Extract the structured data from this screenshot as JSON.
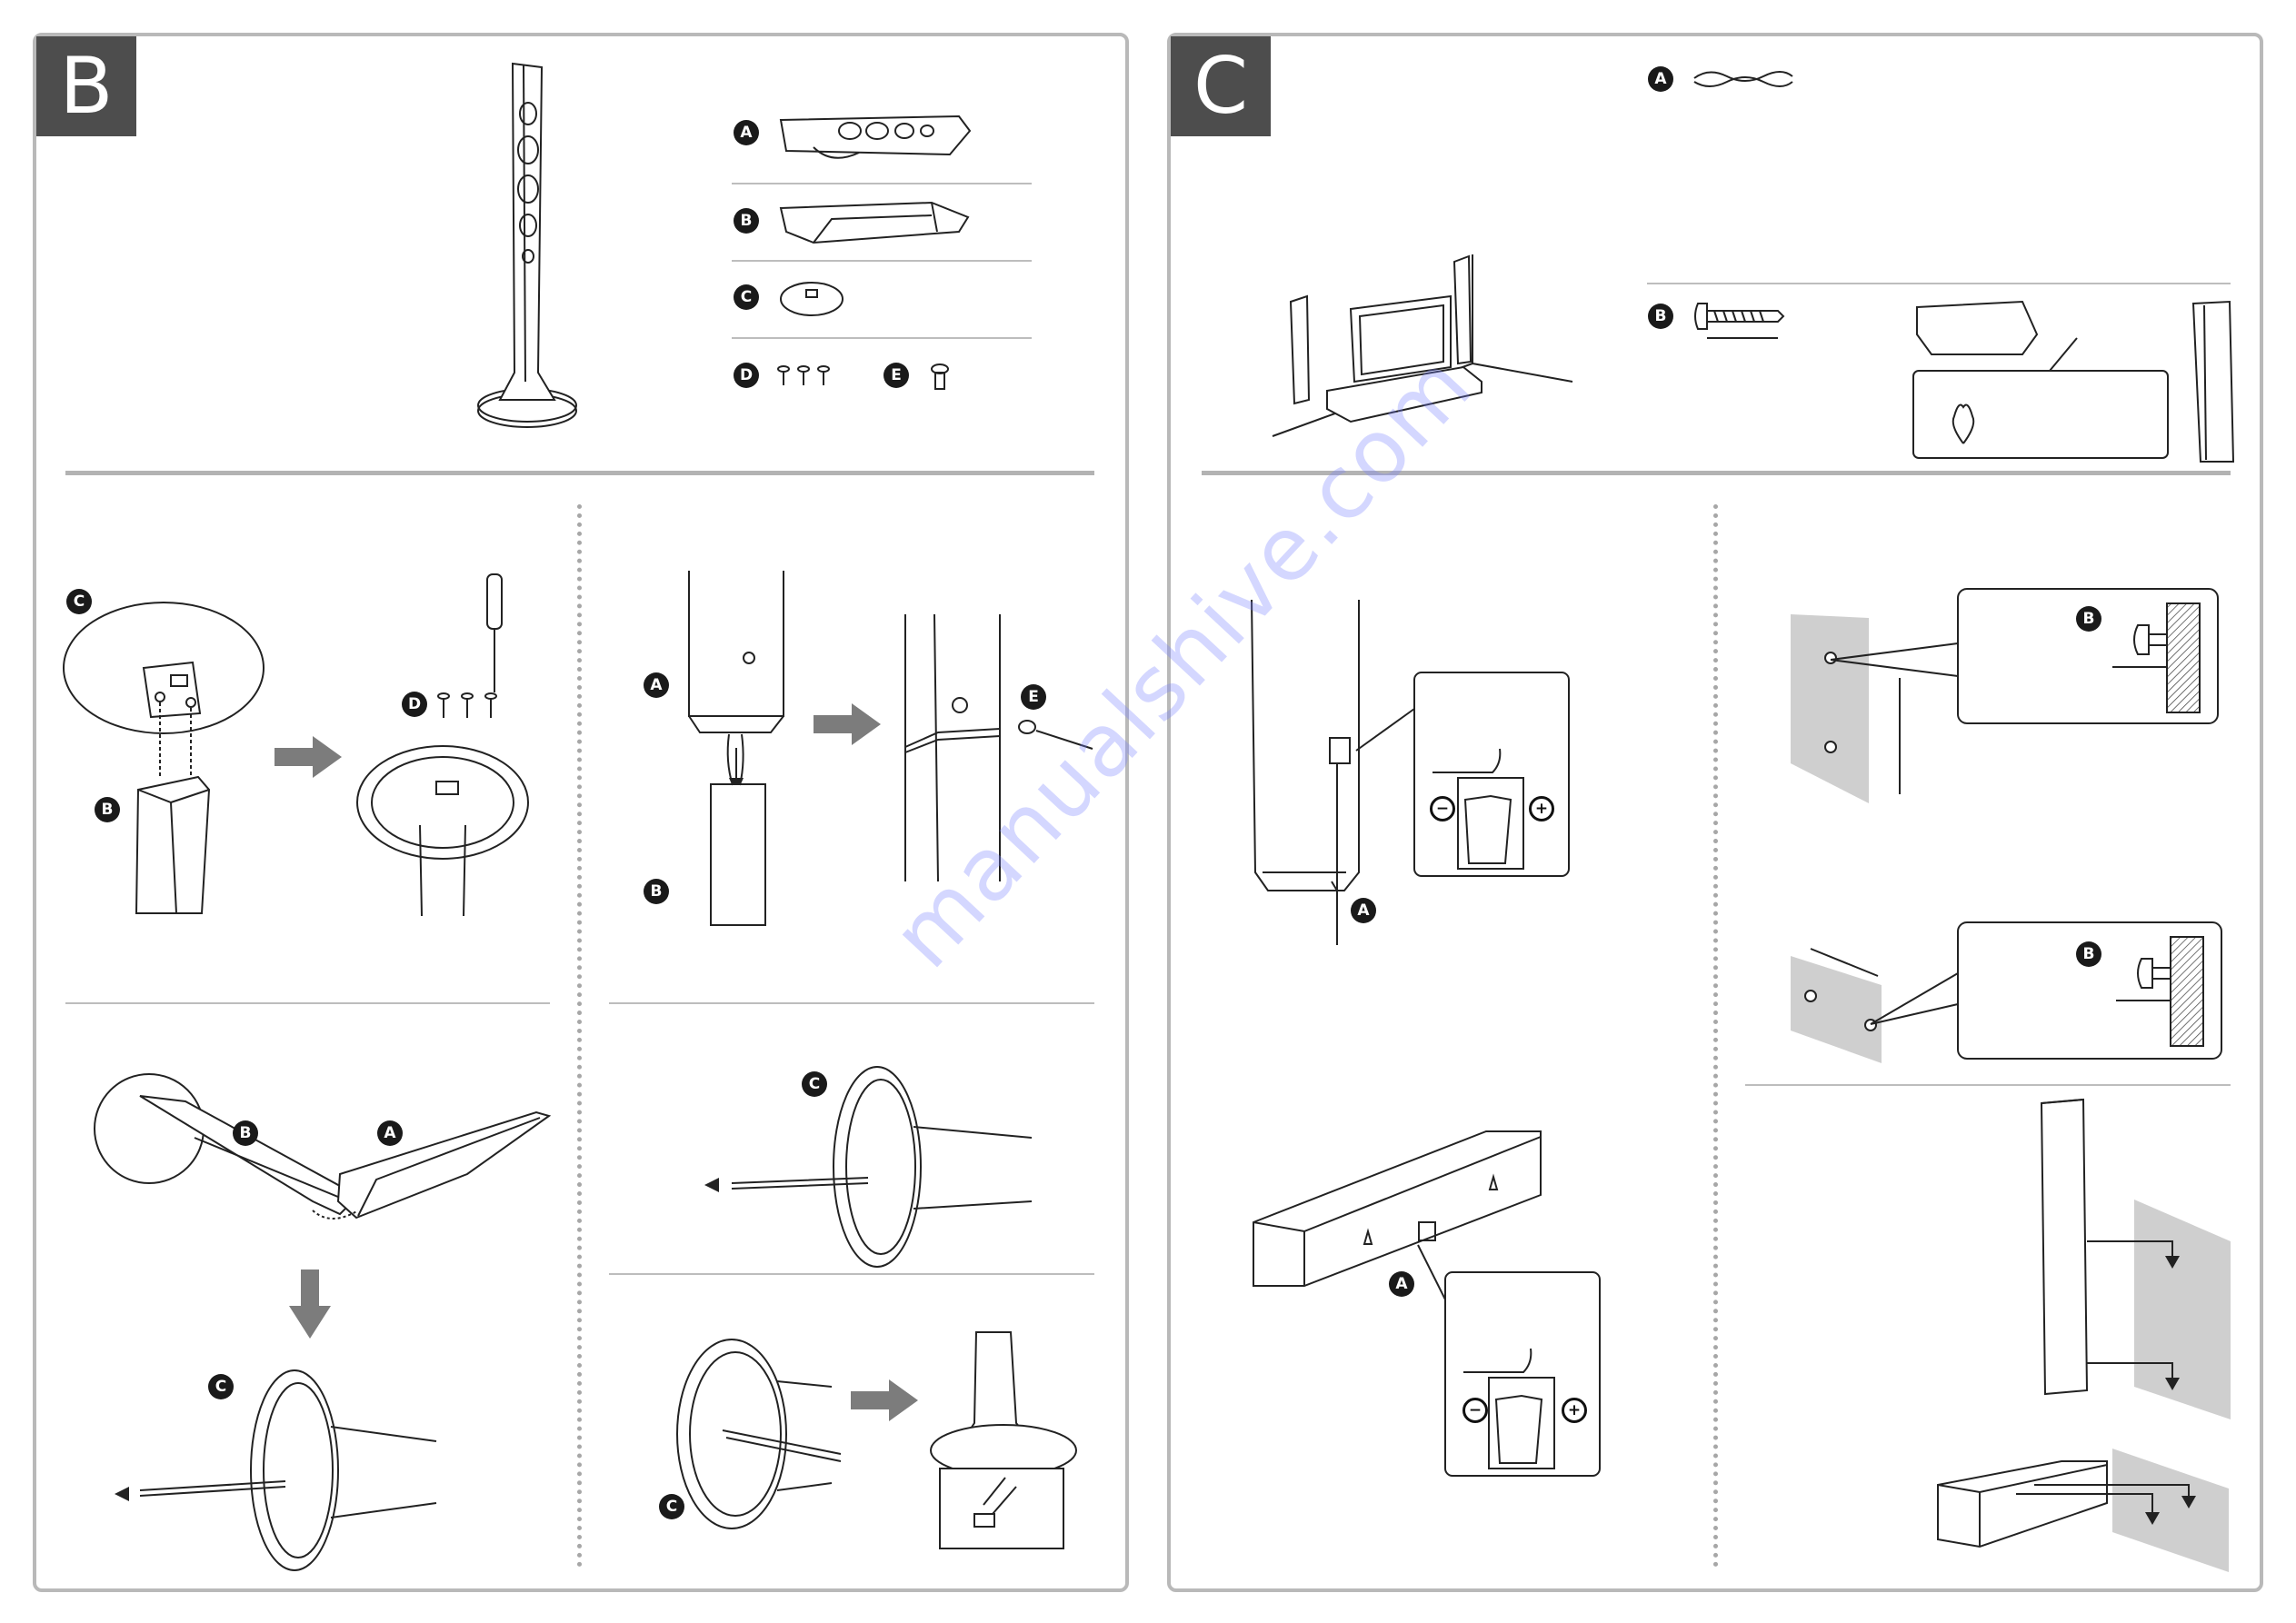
{
  "panels": {
    "left": {
      "letter": "B",
      "parts": [
        "A",
        "B",
        "C",
        "D",
        "E"
      ],
      "steps": {
        "s1": [
          "C",
          "B",
          "D"
        ],
        "s2": [
          "A",
          "E",
          "B"
        ],
        "s3": [
          "B",
          "A",
          "C"
        ],
        "s4": [
          "C"
        ],
        "s5": [
          "C"
        ]
      }
    },
    "right": {
      "letter": "C",
      "parts": [
        "A",
        "B"
      ],
      "steps": {
        "s1": [
          "A"
        ],
        "s2": [
          "B"
        ],
        "s3": [
          "A"
        ],
        "s4": [
          "B"
        ]
      },
      "polarity": {
        "minus": "−",
        "plus": "+"
      }
    }
  },
  "watermark": "manualshive.com",
  "colors": {
    "frame": "#b9b9b9",
    "letter_block": "#4d4d4d",
    "badge": "#1a1a1a",
    "arrow": "#7c7c7c",
    "wall": "#cfcfcf",
    "watermark": "#7882ff"
  }
}
